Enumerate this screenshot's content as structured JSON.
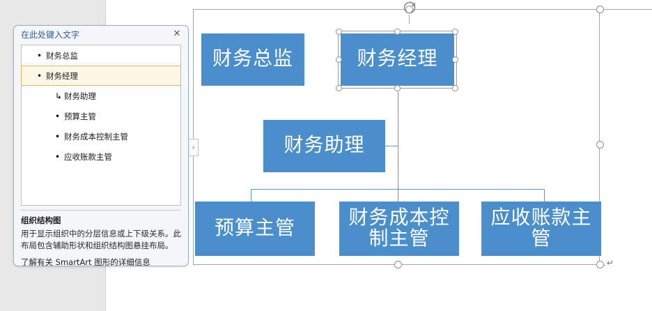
{
  "app": {
    "surface": "word-document-smartart-editing"
  },
  "text_pane": {
    "title": "在此处键入文字",
    "close_label": "✕",
    "items": [
      {
        "label": "财务总监",
        "level": 1,
        "bullet": "•",
        "selected": false
      },
      {
        "label": "财务经理",
        "level": 1,
        "bullet": "•",
        "selected": true
      },
      {
        "label": "财务助理",
        "level": 2,
        "bullet": "↳",
        "selected": false
      },
      {
        "label": "预算主管",
        "level": 2,
        "bullet": "•",
        "selected": false
      },
      {
        "label": "财务成本控制主管",
        "level": 2,
        "bullet": "•",
        "selected": false
      },
      {
        "label": "应收账款主管",
        "level": 2,
        "bullet": "•",
        "selected": false
      }
    ],
    "description": {
      "title": "组织结构图",
      "body": "用于显示组织中的分层信息或上下级关系。此布局包含辅助形状和组织结构图悬挂布局。",
      "link": "了解有关 SmartArt 图形的详细信息"
    }
  },
  "smartart": {
    "rotate_handle_label": "rotate",
    "expander_label": "›",
    "paragraph_mark": "↵",
    "accent_color": "#4a8ecb",
    "connector_color": "#5b9bd5",
    "frame_color": "#a6a6a6",
    "nodes": [
      {
        "id": "n1",
        "label": "财务总监",
        "selected": false
      },
      {
        "id": "n2",
        "label": "财务经理",
        "selected": true
      },
      {
        "id": "n3",
        "label": "财务助理",
        "selected": false
      },
      {
        "id": "n4",
        "label": "预算主管",
        "selected": false
      },
      {
        "id": "n5",
        "label": "财务成本控制主管",
        "selected": false
      },
      {
        "id": "n6",
        "label": "应收账款主管",
        "selected": false
      }
    ]
  }
}
